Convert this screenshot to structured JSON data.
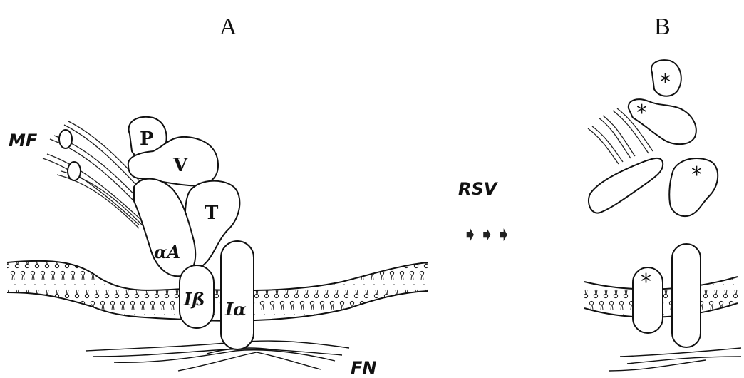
{
  "panels": {
    "a": {
      "letter": "A",
      "labels": {
        "mf": "MF",
        "p": "P",
        "v": "V",
        "t": "T",
        "alpha_a": "αA",
        "i_beta": "Iß",
        "i_alpha": "Iα",
        "fn": "FN"
      }
    },
    "b": {
      "letter": "B",
      "asterisk": "*"
    }
  },
  "transition": {
    "label": "RSV",
    "arrows": "➧➧➧"
  }
}
